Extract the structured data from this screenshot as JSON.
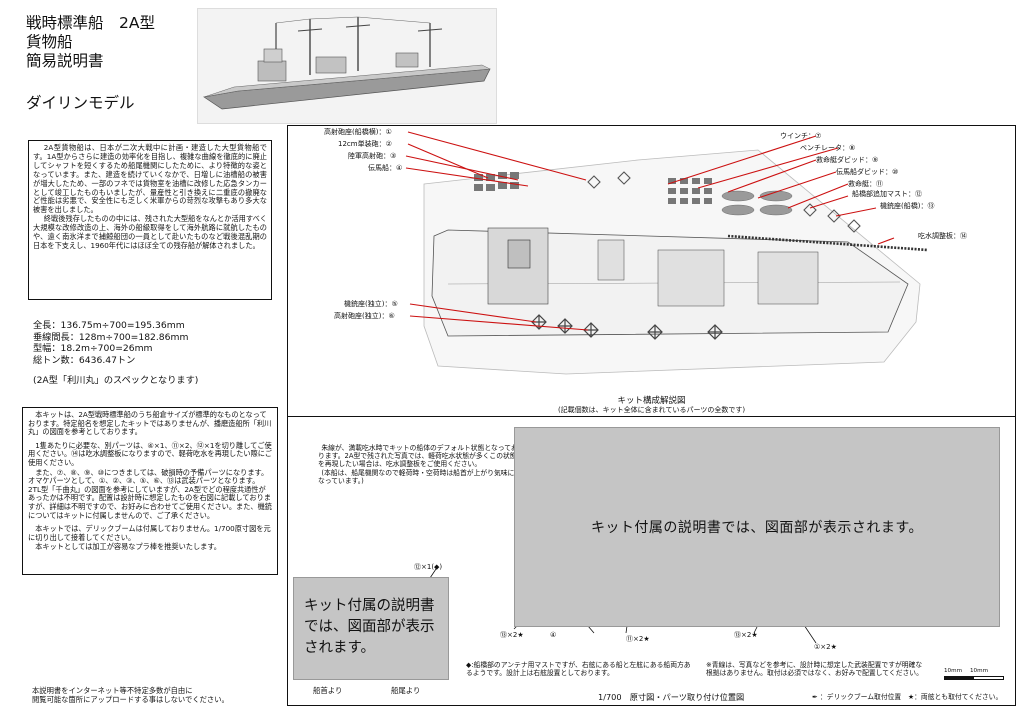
{
  "title": {
    "line1": "戦時標準船　2A型",
    "line2": "貨物船",
    "line3": "簡易説明書",
    "brand": "ダイリンモデル"
  },
  "intro": {
    "p1": "2A型貨物船は、日本が二次大戦中に計画・建造した大型貨物船です。1A型からさらに建造の効率化を目指し、複雑な曲線を徹底的に廃止してシャフトを短くするため船尾機関にしたために、より特徴的な姿となっています。また、建造を続けていくなかで、日増しに油槽船の被害が増大したため、一部のフネでは貨物室を油槽に改修した応急タンカーとして竣工したものもいましたが、量産性と引き換えに二重底の撤廃など性能は劣悪で、安全性にも乏しく米軍からの苛烈な攻撃もあり多大な被害を出しました。",
    "p2": "終戦後残存したものの中には、残された大型船をなんとか活用すべく大規模な改修改造の上、海外の船級取得をして海外航路に就航したものや、遠く南氷洋まで捕鯨船団の一員として赴いたものなど戦後混乱期の日本を下支えし、1960年代にはほぼ全ての残存船が解体されました。"
  },
  "specs": {
    "length": "全長：136.75m÷700=195.36mm",
    "perp": "垂線間長：128m÷700=182.86mm",
    "beam": "型幅：18.2m÷700=26mm",
    "tonnage": "総トン数：6436.47トン",
    "note": "(2A型「利川丸」のスペックとなります)"
  },
  "notes": {
    "p1": "本キットは、2A型戦時標準船のうち船倉サイズが標準的なものとなっております。特定船名を想定したキットではありませんが、播磨造船所「利川丸」の図面を参考としております。",
    "p2": "1隻あたりに必要な、別パーツは、④×1、⑪×2、⑫×1を切り離してご使用ください。⑭は吃水調整板になりますので、軽荷吃水を再現したい際にご使用ください。",
    "p3": "また、⑦、⑧、⑨、⑩につきましては、破損時の予備パーツになります。オマケパーツとして、①、②、③、⑤、⑥、⑬は武装パーツとなります。2TL型「千曲丸」の図面を参考にしていますが、2A型でどの程度共通性があったかは不明です。配置は設計時に想定したものを右図に記載しておりますが、詳細は不明ですので、お好みに合わせてご使用ください。また、機銃についてはキットに付属しませんので、ご了承ください。",
    "p4": "本キットでは、デリックブームは付属しておりません。1/700原寸図を元に切り出して接着してください。",
    "p5": "本キットとしては加工が容易なプラ棒を推奨いたします。"
  },
  "kit_labels": {
    "l1": "高射砲座(船橋横)：①",
    "l2": "12cm単装砲：②",
    "l3": "陸軍高射砲：③",
    "l4": "伝馬船：④",
    "l5": "機銃座(独立)：⑤",
    "l6": "高射砲座(独立)：⑥",
    "r7": "ウインチ：⑦",
    "r8": "ベンチレータ：⑧",
    "r9": "救命艇ダビッド：⑨",
    "r10": "伝馬船ダビッド：⑩",
    "r11": "救命艇：⑪",
    "r12": "船橋部追加マスト：⑫",
    "r13": "機銃座(船橋)：⑬",
    "r14": "吃水調整板：⑭"
  },
  "kit_caption": {
    "title": "キット構成解説図",
    "sub": "(記載個数は、キット全体に含まれているパーツの全数です)"
  },
  "draw_note": {
    "p1": "朱線が、満載吃水時でキットの船体のデフォルト状態となっております。2A型で残された写真では、軽荷吃水状態が多くこの状態を再現したい場合は、吃水調整板をご使用ください。",
    "p2": "(本船は、船尾機関なので軽荷時・空荷時は船首が上がり気味になっています。)"
  },
  "draw_labels": {
    "a": "⑫×1(◆)",
    "b": "⑬×2★",
    "c": "④",
    "d": "⑪×2★",
    "e": "⑬×2★",
    "f": "①×2★"
  },
  "draw_bottom": {
    "left": "◆:船橋部のアンテナ用マストですが、右舷にある船と左舷にある船両方あるようです。設計上は右舷設置としております。",
    "right": "※青線は、写真などを参考に、設計時に想定した武装配置ですが明確な根拠はありません。取付は必須ではなく、お好みで配置してください。",
    "bow": "船首より",
    "stern": "船尾より",
    "caption": "1/700　原寸図・パーツ取り付け位置図",
    "legend": "：デリックブーム取付位置　★：両舷とも取付てください。",
    "scale1": "10mm",
    "scale2": "10mm"
  },
  "placeholder": {
    "big": "キット付属の説明書では、図面部が表示されます。",
    "small": "キット付属の説明書では、図面部が表示されます。"
  },
  "footer": {
    "line1": "本説明書をインターネット等不特定多数が自由に",
    "line2": "閲覧可能な箇所にアップロードする事はしないでください。"
  }
}
